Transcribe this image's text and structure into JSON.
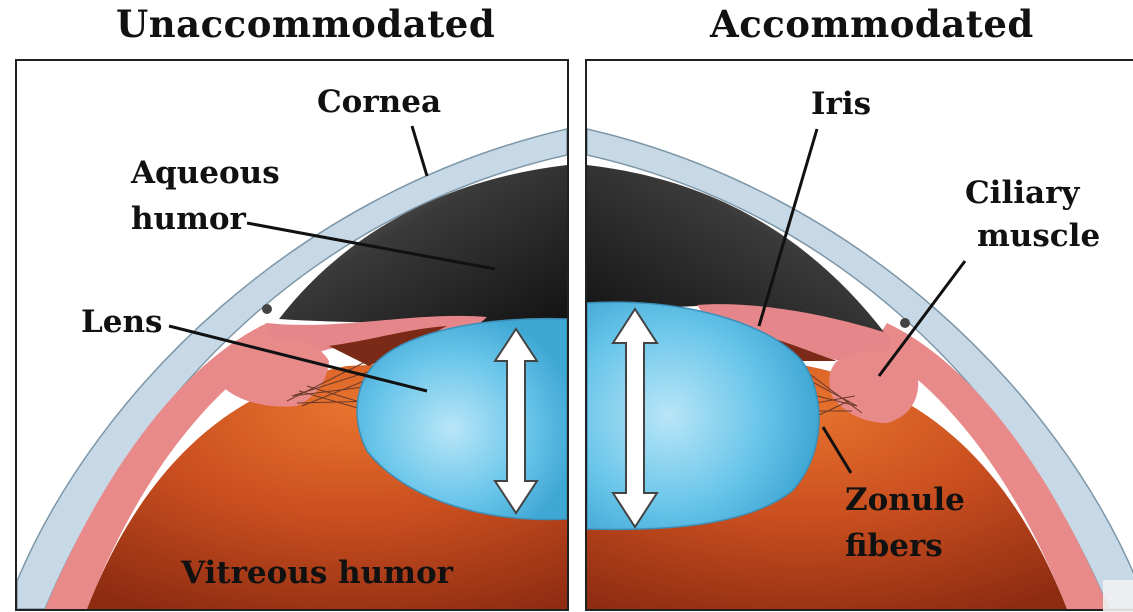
{
  "titles": {
    "left": "Unaccommodated",
    "right": "Accommodated"
  },
  "labels": {
    "cornea": "Cornea",
    "aqueous_line1": "Aqueous",
    "aqueous_line2": "humor",
    "lens": "Lens",
    "vitreous": "Vitreous humor",
    "iris": "Iris",
    "ciliary_line1": "Ciliary",
    "ciliary_line2": "muscle",
    "zonule_line1": "Zonule",
    "zonule_line2": "fibers"
  },
  "colors": {
    "cornea": "#d9e6ef",
    "aqueous": "#2c2c2c",
    "lens": "#6ec7ea",
    "vitreous": "#c64a1e",
    "ciliary": "#e98a8a",
    "sclera": "#c0d3e0"
  }
}
